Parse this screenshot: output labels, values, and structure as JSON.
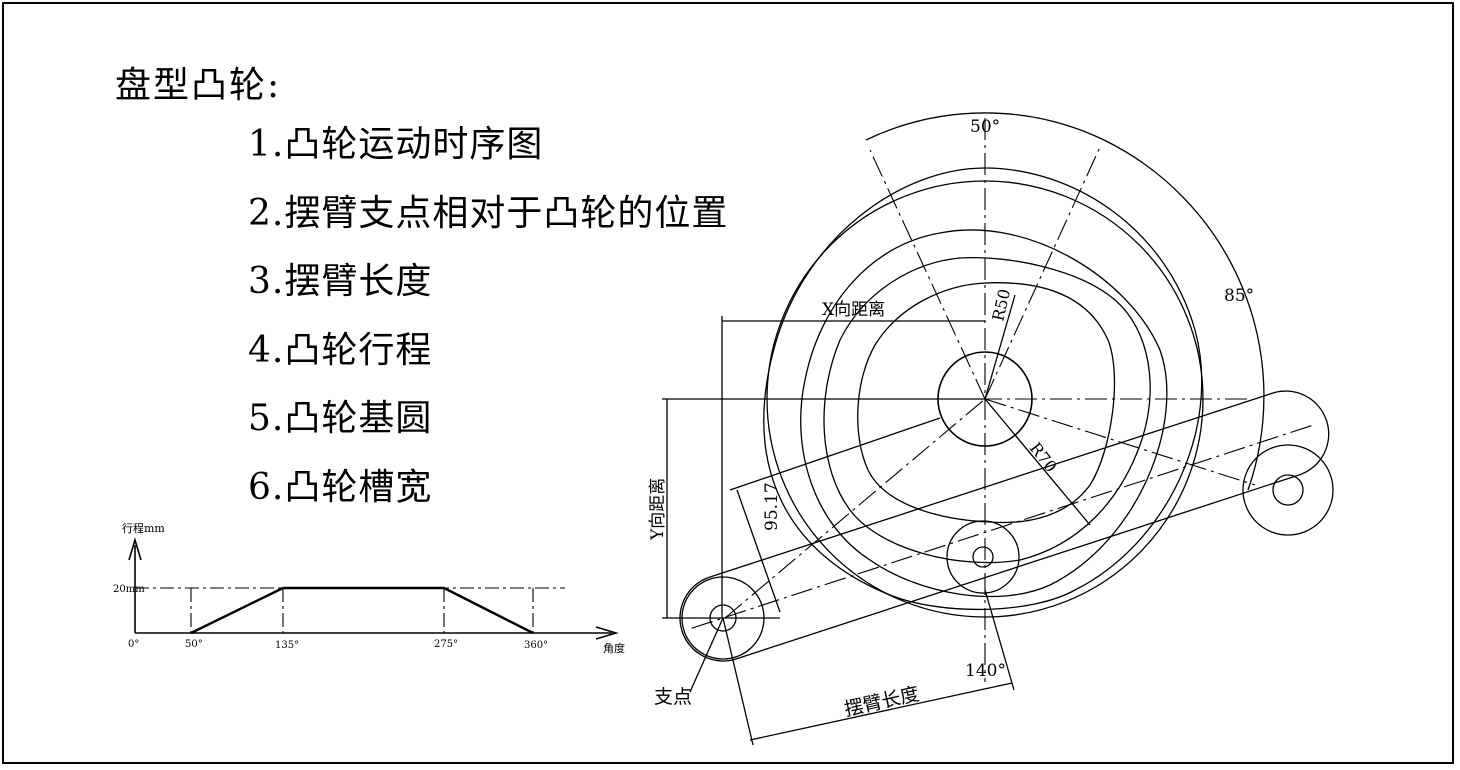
{
  "title": "盘型凸轮:",
  "requirements": [
    "1.凸轮运动时序图",
    "2.摆臂支点相对于凸轮的位置",
    "3.摆臂长度",
    "4.凸轮行程",
    "5.凸轮基圆",
    "6.凸轮槽宽"
  ],
  "timing_chart": {
    "y_label": "行程mm",
    "x_label": "角度",
    "stroke_label": "20mm",
    "tick_labels": [
      "0°",
      "50°",
      "135°",
      "275°",
      "360°"
    ],
    "profile": [
      [
        0,
        0
      ],
      [
        50,
        0
      ],
      [
        135,
        20
      ],
      [
        275,
        20
      ],
      [
        360,
        0
      ]
    ]
  },
  "cam_drawing": {
    "angle_top": "50°",
    "angle_right": "85°",
    "angle_bottom": "140°",
    "radius_small": "R50",
    "radius_large": "R70",
    "x_distance": "X向距离",
    "y_distance": "Y向距离",
    "dimension_value": "95.17",
    "arm_length": "摆臂长度",
    "pivot": "支点"
  }
}
